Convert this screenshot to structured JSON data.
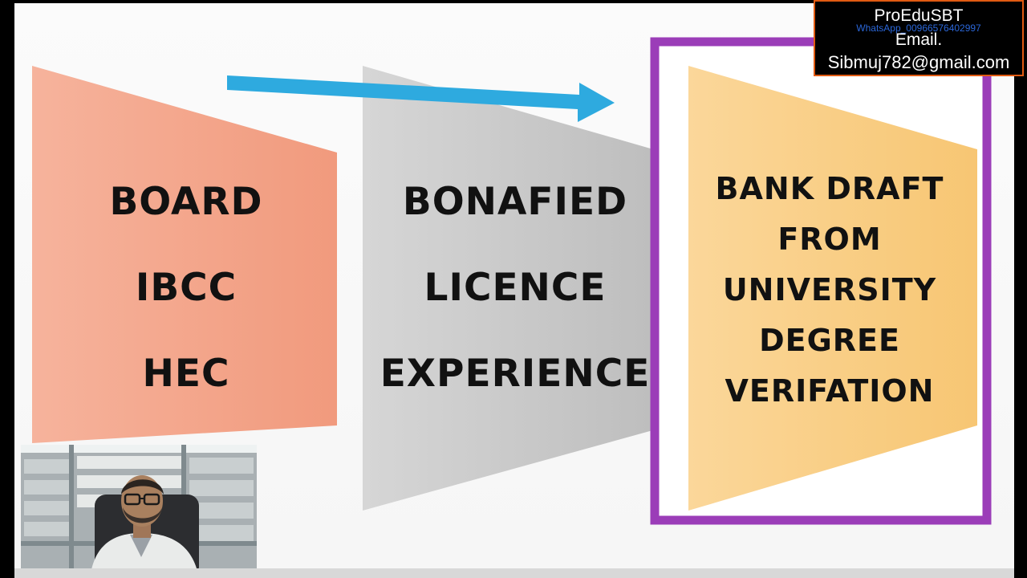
{
  "slide": {
    "arrow_color": "#2eaadf",
    "highlight_border_color": "#9b3db8",
    "stages": [
      {
        "id": "board",
        "color": "#f4a48a",
        "lines": [
          "BOARD",
          "IBCC",
          "HEC"
        ]
      },
      {
        "id": "bonafied",
        "color": "#c8c8c8",
        "lines": [
          "BONAFIED",
          "LICENCE",
          "EXPERIENCE"
        ]
      },
      {
        "id": "bank",
        "color": "#f9cf7c",
        "lines": [
          "BANK DRAFT",
          "FROM",
          "UNIVERSITY",
          "DEGREE",
          "VERIFATION"
        ]
      }
    ]
  },
  "watermark": {
    "brand": "ProEduSBT",
    "whatsapp": "WhatsApp_00966576402997",
    "email_label": "Email.",
    "email": "Sibmuj782@gmail.com",
    "border_color": "#e05a12"
  },
  "webcam": {
    "description_icon": "presenter-video-feed"
  }
}
